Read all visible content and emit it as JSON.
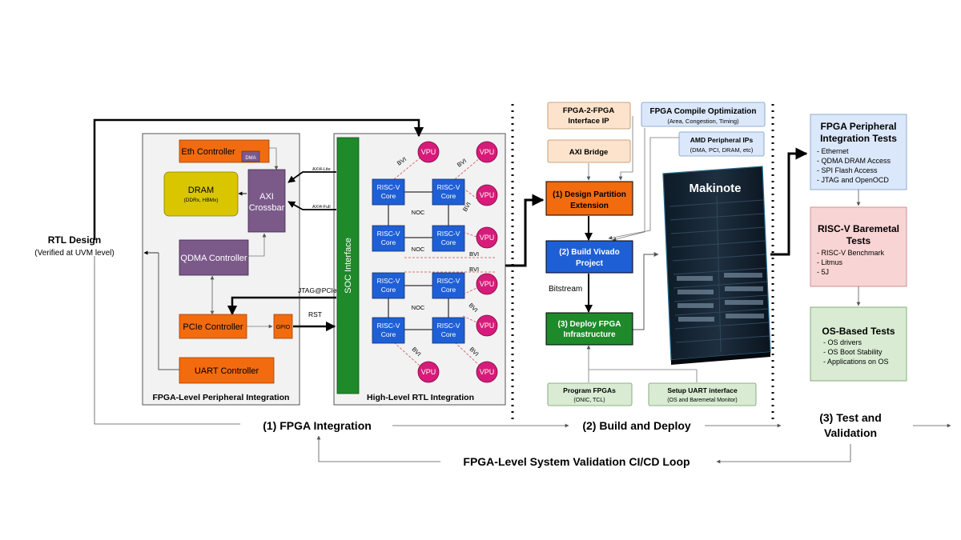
{
  "rtl": {
    "title": "RTL Design",
    "subtitle": "(Verified at UVM level)"
  },
  "fpga_panel": {
    "title": "FPGA-Level Peripheral Integration",
    "eth": "Eth Controller",
    "dma": "DMA",
    "dram": "DRAM",
    "dram_sub": "(DDRx, HBMx)",
    "axi_line1": "AXI",
    "axi_line2": "Crossbar",
    "qdma": "QDMA Controller",
    "pcie": "PCIe Controller",
    "gpio": "GPIO",
    "uart": "UART Controller",
    "axi_lite": "AXI4-Lite",
    "axi_full": "AXI4-Full"
  },
  "rtl_panel": {
    "title": "High-Level RTL Integration",
    "soc": "SOC Interface",
    "jtag": "JTAG@PCIe",
    "rst": "RST",
    "core_line1": "RISC-V",
    "core_line2": "Core",
    "vpu": "VPU",
    "bvi": "BVI",
    "noc": "NOC"
  },
  "build": {
    "f2f_line1": "FPGA-2-FPGA",
    "f2f_line2": "Interface IP",
    "axi_bridge": "AXI Bridge",
    "compile_title": "FPGA Compile Optimization",
    "compile_sub": "(Area, Congestion, Timing)",
    "amd_title": "AMD Peripheral IPs",
    "amd_sub": "(DMA, PCI, DRAM, etc)",
    "step1_line1": "(1) Design Partition",
    "step1_line2": "Extension",
    "step2_line1": "(2) Build Vivado",
    "step2_line2": "Project",
    "bitstream": "Bitstream",
    "step3_line1": "(3) Deploy FPGA",
    "step3_line2": "Infrastructure",
    "program_title": "Program FPGAs",
    "program_sub": "(ONIC, TCL)",
    "uart_title": "Setup UART interface",
    "uart_sub": "(OS and Baremetal Monitor)",
    "server": "Makinote"
  },
  "tests": {
    "periph_title_1": "FPGA Peripheral",
    "periph_title_2": "Integration Tests",
    "periph_items": [
      "- Ethernet",
      "- QDMA DRAM Access",
      "- SPI Flash Access",
      "- JTAG and OpenOCD"
    ],
    "baremetal_title_1": "RISC-V Baremetal",
    "baremetal_title_2": "Tests",
    "baremetal_items": [
      "- RISC-V Benchmark",
      "- Litmus",
      "- 5J"
    ],
    "os_title": "OS-Based Tests",
    "os_items": [
      "- OS drivers",
      "- OS Boot Stability",
      "- Applications on OS"
    ]
  },
  "phases": {
    "p1": "(1) FPGA Integration",
    "p2": "(2) Build and Deploy",
    "p3_line1": "(3) Test and",
    "p3_line2": "Validation",
    "loop": "FPGA-Level System Validation CI/CD Loop"
  },
  "colors": {
    "orange": "#f26b0f",
    "purple": "#7b5a8a",
    "yellow": "#d9c600",
    "green": "#2e8b2e",
    "blue": "#1f5fd6",
    "magenta": "#d81b7a",
    "light_blue": "#dbe8fb",
    "light_pink": "#f9d4d4",
    "light_green": "#d9ecd3",
    "peach": "#fde3cc"
  }
}
